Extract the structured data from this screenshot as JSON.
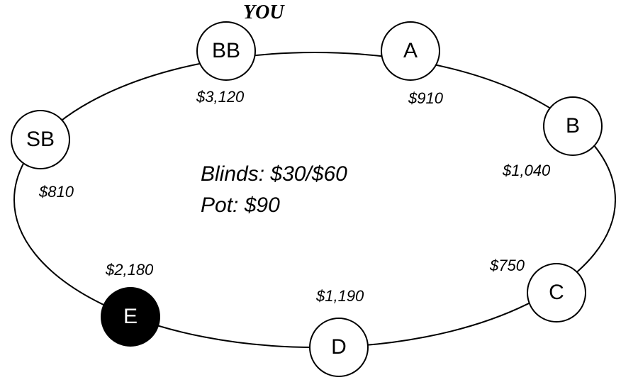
{
  "you_label": "YOU",
  "blinds_text": "Blinds: $30/$60",
  "pot_text": "Pot: $90",
  "seats": {
    "bb": {
      "label": "BB",
      "stack": "$3,120"
    },
    "a": {
      "label": "A",
      "stack": "$910"
    },
    "b": {
      "label": "B",
      "stack": "$1,040"
    },
    "c": {
      "label": "C",
      "stack": "$750"
    },
    "d": {
      "label": "D",
      "stack": "$1,190"
    },
    "e": {
      "label": "E",
      "stack": "$2,180"
    },
    "sb": {
      "label": "SB",
      "stack": "$810"
    }
  }
}
